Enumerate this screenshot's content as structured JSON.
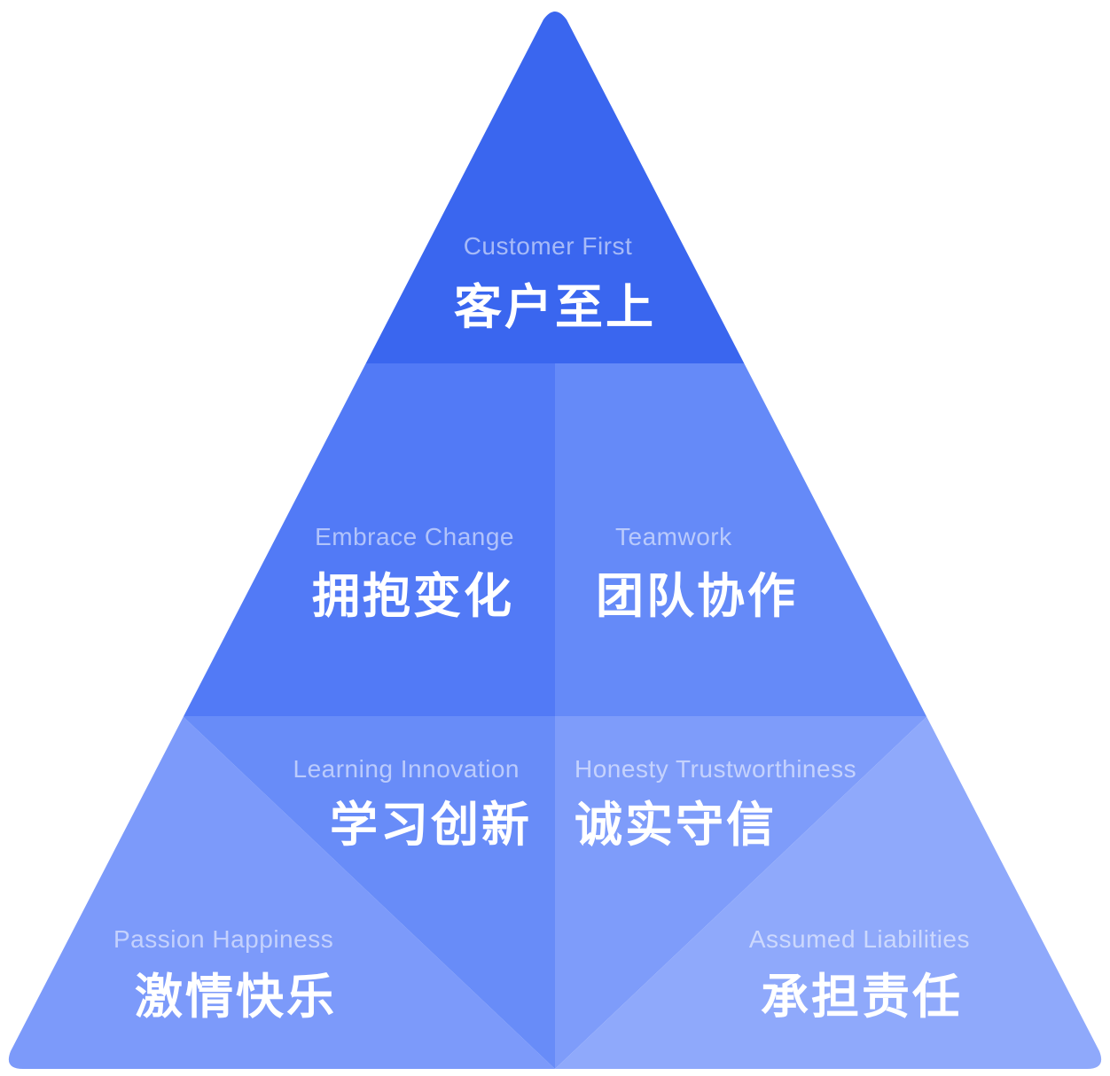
{
  "colors": {
    "top": "#3a66ef",
    "middle_left": "#527af6",
    "middle_right": "#658af8",
    "bottom_outer_left": "#7c9afa",
    "bottom_inner_left": "#688cf8",
    "bottom_inner_right": "#7e9cfa",
    "bottom_outer_right": "#8fa9fb"
  },
  "values": [
    {
      "id": "customer-first",
      "en": "Customer First",
      "zh": "客户至上"
    },
    {
      "id": "embrace-change",
      "en": "Embrace Change",
      "zh": "拥抱变化"
    },
    {
      "id": "teamwork",
      "en": "Teamwork",
      "zh": "团队协作"
    },
    {
      "id": "learning-innovation",
      "en": "Learning Innovation",
      "zh": "学习创新"
    },
    {
      "id": "honesty-trustworthiness",
      "en": "Honesty Trustworthiness",
      "zh": "诚实守信"
    },
    {
      "id": "passion-happiness",
      "en": "Passion Happiness",
      "zh": "激情快乐"
    },
    {
      "id": "assumed-liabilities",
      "en": "Assumed Liabilities",
      "zh": "承担责任"
    }
  ]
}
